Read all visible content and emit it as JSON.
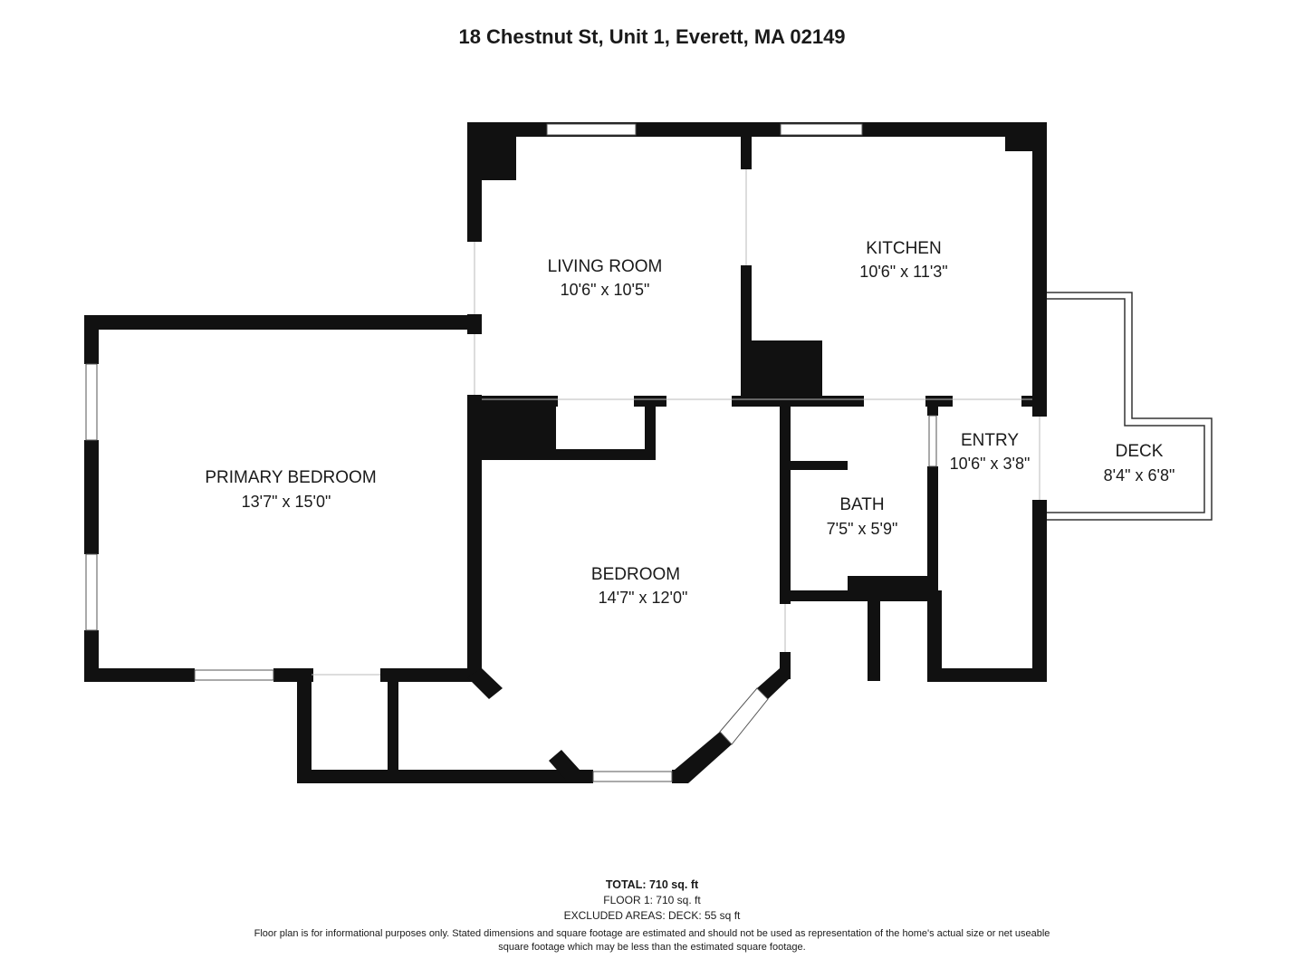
{
  "address": "18 Chestnut St, Unit 1, Everett, MA 02149",
  "rooms": {
    "living": {
      "name": "LIVING ROOM",
      "dim": "10'6\" x 10'5\""
    },
    "kitchen": {
      "name": "KITCHEN",
      "dim": "10'6\" x 11'3\""
    },
    "primary": {
      "name": "PRIMARY BEDROOM",
      "dim": "13'7\" x 15'0\""
    },
    "bedroom": {
      "name": "BEDROOM",
      "dim": "14'7\" x 12'0\""
    },
    "bath": {
      "name": "BATH",
      "dim": "7'5\" x 5'9\""
    },
    "entry": {
      "name": "ENTRY",
      "dim": "10'6\" x 3'8\""
    },
    "deck": {
      "name": "DECK",
      "dim": "8'4\" x 6'8\""
    }
  },
  "footer": {
    "total": "TOTAL: 710 sq. ft",
    "floor": "FLOOR 1: 710 sq. ft",
    "excluded": "EXCLUDED AREAS: DECK: 55 sq ft",
    "disclaimer_line1": "Floor plan is for informational purposes only. Stated dimensions and square footage are estimated and should not be used as representation of the home's actual size or net useable",
    "disclaimer_line2": "square footage which may be less than the estimated square footage."
  },
  "colors": {
    "wall": "#111111",
    "window": "#ffffff",
    "background": "#ffffff"
  }
}
